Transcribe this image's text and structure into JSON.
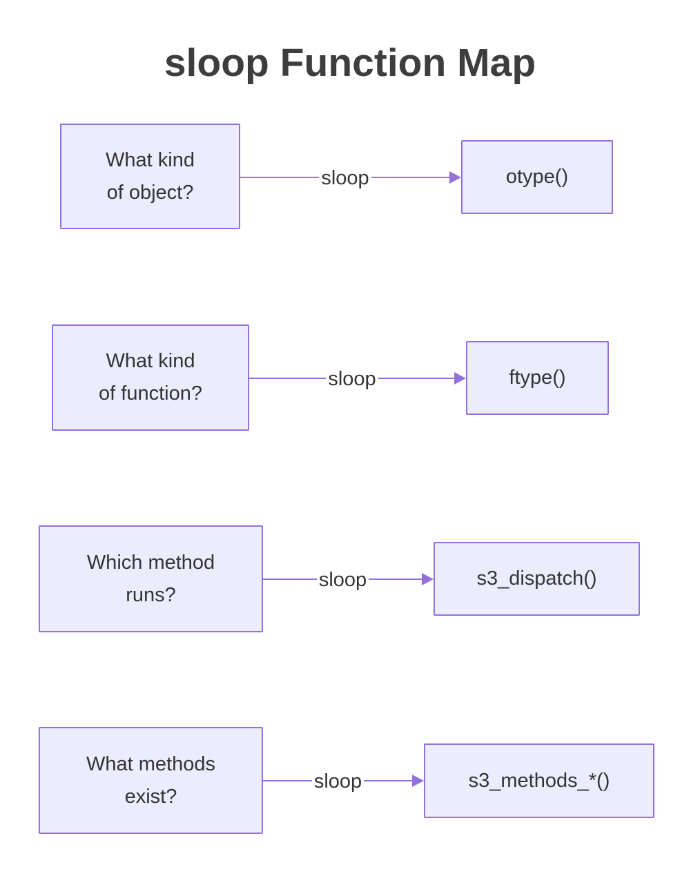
{
  "title": "sloop Function Map",
  "colors": {
    "node_fill": "#ECECFF",
    "node_border": "#9370DB",
    "edge": "#9370DB",
    "node_text": "#333333",
    "title_text": "#3D3D3D"
  },
  "chart_data": {
    "type": "table",
    "title": "sloop Function Map",
    "rows": [
      {
        "question": "What kind of object?",
        "edge": "sloop",
        "function": "otype()"
      },
      {
        "question": "What kind of function?",
        "edge": "sloop",
        "function": "ftype()"
      },
      {
        "question": "Which method runs?",
        "edge": "sloop",
        "function": "s3_dispatch()"
      },
      {
        "question": "What methods exist?",
        "edge": "sloop",
        "function": "s3_methods_*()"
      }
    ]
  },
  "rows": [
    {
      "question": "What kind\nof object?",
      "edge_label": "sloop",
      "function": "otype()"
    },
    {
      "question": "What kind\nof function?",
      "edge_label": "sloop",
      "function": "ftype()"
    },
    {
      "question": "Which method\nruns?",
      "edge_label": "sloop",
      "function": "s3_dispatch()"
    },
    {
      "question": "What methods\nexist?",
      "edge_label": "sloop",
      "function": "s3_methods_*()"
    }
  ]
}
